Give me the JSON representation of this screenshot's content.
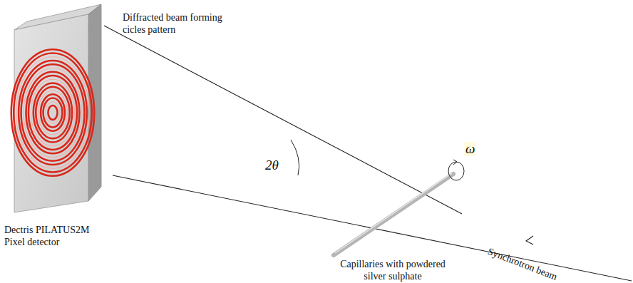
{
  "diagram": {
    "labels": [
      "Diffracted beam forming cicles pattern",
      "2θ",
      "ω",
      "Dectris PILATUS2M Pixel detector",
      "Capillaries with powdered silver sulphate",
      "Synchrotron beam"
    ]
  }
}
